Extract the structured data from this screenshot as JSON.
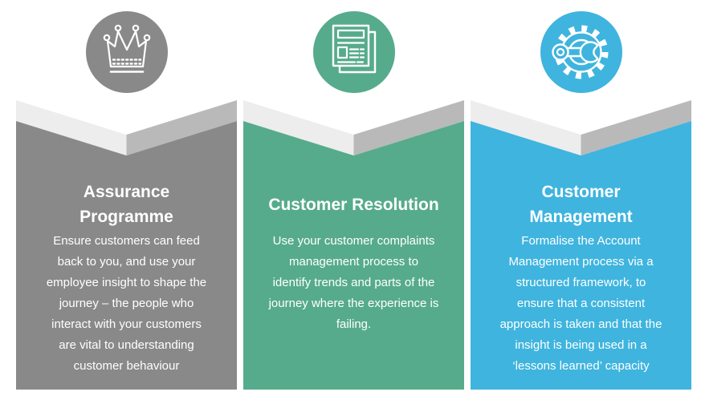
{
  "colors": {
    "background": "#ffffff",
    "band_light": "#ededed",
    "band_dark": "#b9b9b9",
    "text": "#ffffff"
  },
  "panels": [
    {
      "icon": "crown-icon",
      "color": "#898989",
      "title": "Assurance\nProgramme",
      "body": "Ensure customers can feed\nback to you, and use your\nemployee insight to shape the\njourney – the people who\ninteract with your customers\nare vital to understanding\ncustomer behaviour"
    },
    {
      "icon": "newspaper-icon",
      "color": "#56ab8c",
      "title": "Customer Resolution",
      "body": "Use your customer complaints\nmanagement process to\nidentify trends and parts of the\njourney where the experience is\nfailing."
    },
    {
      "icon": "gear-wrench-icon",
      "color": "#3fb4de",
      "title": "Customer\nManagement",
      "body": "Formalise the Account\nManagement process via a\nstructured framework, to\nensure that a consistent\napproach is taken and that the\ninsight is being used in a\n‘lessons learned’ capacity"
    }
  ]
}
